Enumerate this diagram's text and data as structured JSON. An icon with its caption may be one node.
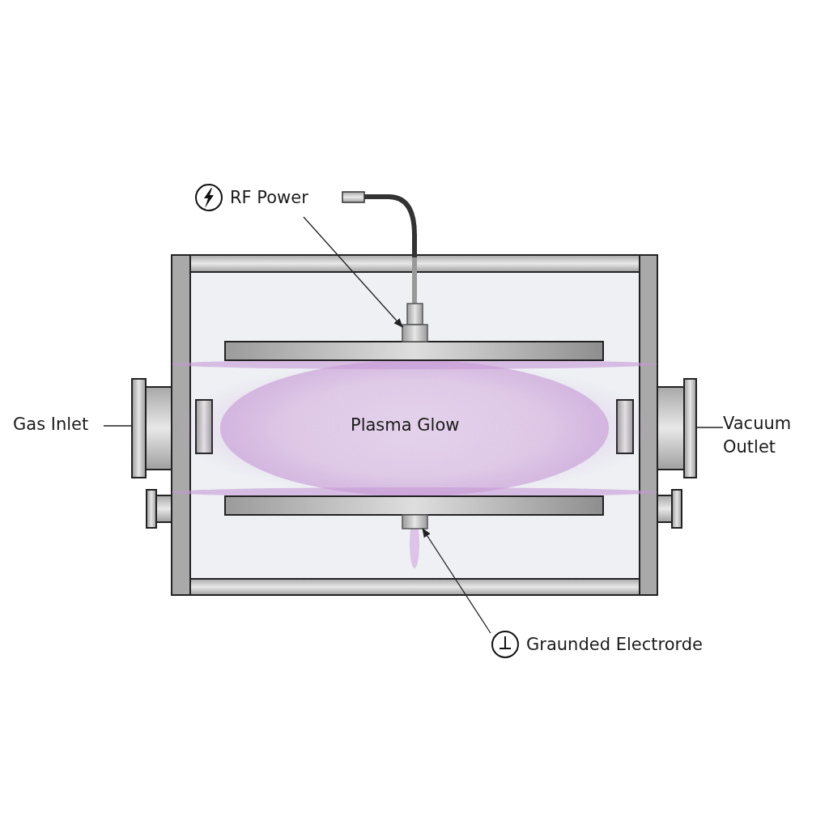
{
  "diagram": {
    "nodes": [
      {
        "text": [
          "RF Power"
        ]
      },
      {
        "text": [],
        "shape": "box"
      },
      {
        "text": [
          "Gas Inlet"
        ]
      },
      {
        "text": [],
        "shape": "box"
      },
      {
        "text": [
          "Vacuum Outlet"
        ]
      },
      {
        "text": [],
        "shape": "box"
      },
      {
        "text": [
          "Graunded Electrorde"
        ]
      },
      {
        "text": [],
        "shape": "box"
      }
    ],
    "edges": [
      {
        "from": 0,
        "to": 1,
        "arrow": "to"
      },
      {
        "from": 2,
        "to": 3,
        "arrow": "none"
      },
      {
        "from": 4,
        "to": 5,
        "arrow": "none"
      },
      {
        "from": 6,
        "to": 7,
        "arrow": "to"
      }
    ],
    "labels": [
      "Plasma Glow"
    ]
  }
}
